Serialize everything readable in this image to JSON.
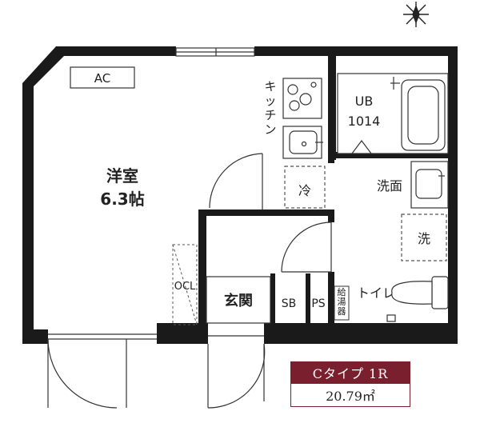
{
  "rooms": {
    "western_room_name": "洋室",
    "western_room_size": "6.3帖",
    "ac": "AC",
    "kitchen": "キッチン",
    "ub": "UB",
    "ub_size": "1014",
    "fridge": "冷",
    "washroom": "洗面",
    "washer": "洗",
    "ocl": "OCL",
    "entrance": "玄関",
    "sb": "SB",
    "ps": "PS",
    "water_heater": "給湯器",
    "toilet": "トイレ"
  },
  "unit": {
    "type_label": "Cタイプ 1R",
    "area": "20.79㎡"
  },
  "colors": {
    "wall": "#1a1a1a",
    "accent": "#7a1f2e",
    "line": "#333333"
  },
  "icons": [
    "north-compass-icon"
  ]
}
